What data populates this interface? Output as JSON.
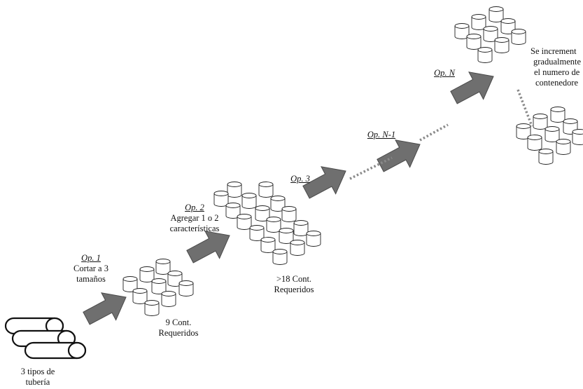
{
  "operations": {
    "op1": {
      "title": "Op. 1",
      "desc_line1": "Cortar a 3",
      "desc_line2": "tamaños"
    },
    "op2": {
      "title": "Op. 2",
      "desc_line1": "Agregar  1 o 2",
      "desc_line2": "características"
    },
    "op3": {
      "title": "Op. 3"
    },
    "opn1": {
      "title": "Op. N-1"
    },
    "opn": {
      "title": "Op. N"
    }
  },
  "start": {
    "line1": "3 tipos de",
    "line2": "tubería"
  },
  "containers": {
    "stage1": {
      "line1": "9 Cont.",
      "line2": "Requeridos"
    },
    "stage2": {
      "line1": ">18 Cont.",
      "line2": "Requeridos"
    }
  },
  "note": {
    "line1": "Se increment",
    "line2": "gradualmente",
    "line3": "el numero de",
    "line4": "contenedore"
  },
  "colors": {
    "arrow": "#6f6f6f",
    "arrow_stroke": "#4a4a4a",
    "dots": "#8a8a8a",
    "outline": "#222222"
  }
}
